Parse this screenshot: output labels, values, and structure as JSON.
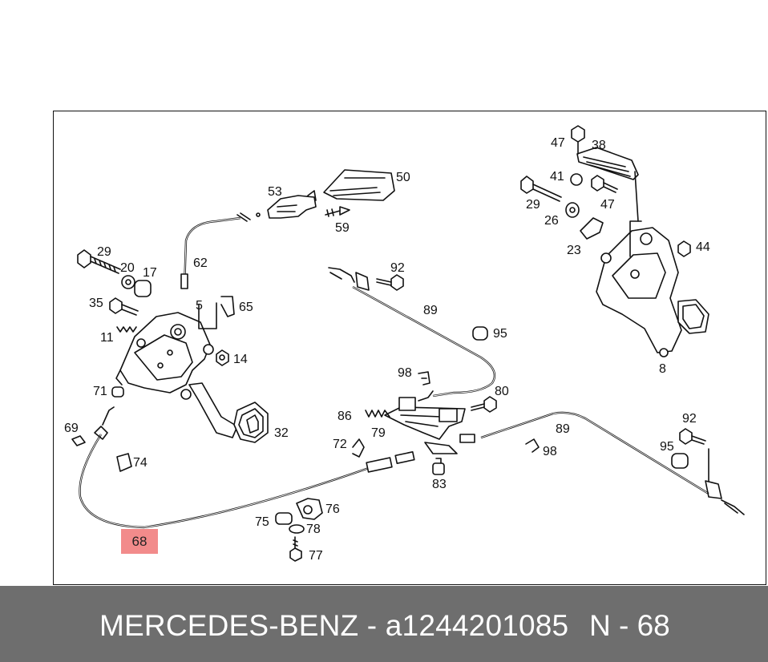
{
  "diagram": {
    "highlighted_part": "68",
    "part_labels": [
      "29",
      "20",
      "17",
      "35",
      "11",
      "71",
      "69",
      "74",
      "62",
      "5",
      "65",
      "53",
      "50",
      "59",
      "14",
      "32",
      "92",
      "89",
      "95",
      "98",
      "80",
      "86",
      "79",
      "72",
      "83",
      "75",
      "76",
      "78",
      "77",
      "47",
      "38",
      "41",
      "26",
      "23",
      "44",
      "8",
      "68"
    ]
  },
  "footer": {
    "brand_part": "MERCEDES-BENZ - a1244201085",
    "ref": "N - 68"
  },
  "colors": {
    "highlight": "#f28b8b",
    "footer_bg": "#6e6e6e",
    "footer_text": "#ffffff"
  }
}
